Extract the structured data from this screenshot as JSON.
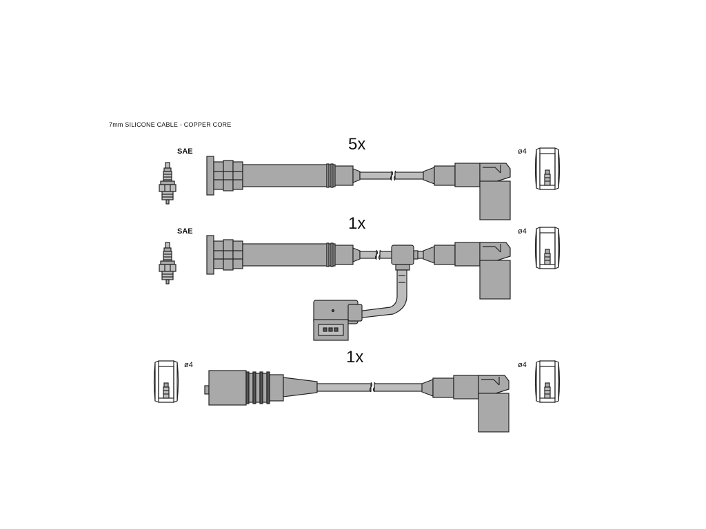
{
  "caption": "7mm SILICONE CABLE - COPPER CORE",
  "rows": [
    {
      "quantity": "5x",
      "left_label": "SAE",
      "right_label": "ø4"
    },
    {
      "quantity": "1x",
      "left_label": "SAE",
      "right_label": "ø4"
    },
    {
      "quantity": "1x",
      "left_label": "ø4",
      "right_label": "ø4"
    }
  ]
}
